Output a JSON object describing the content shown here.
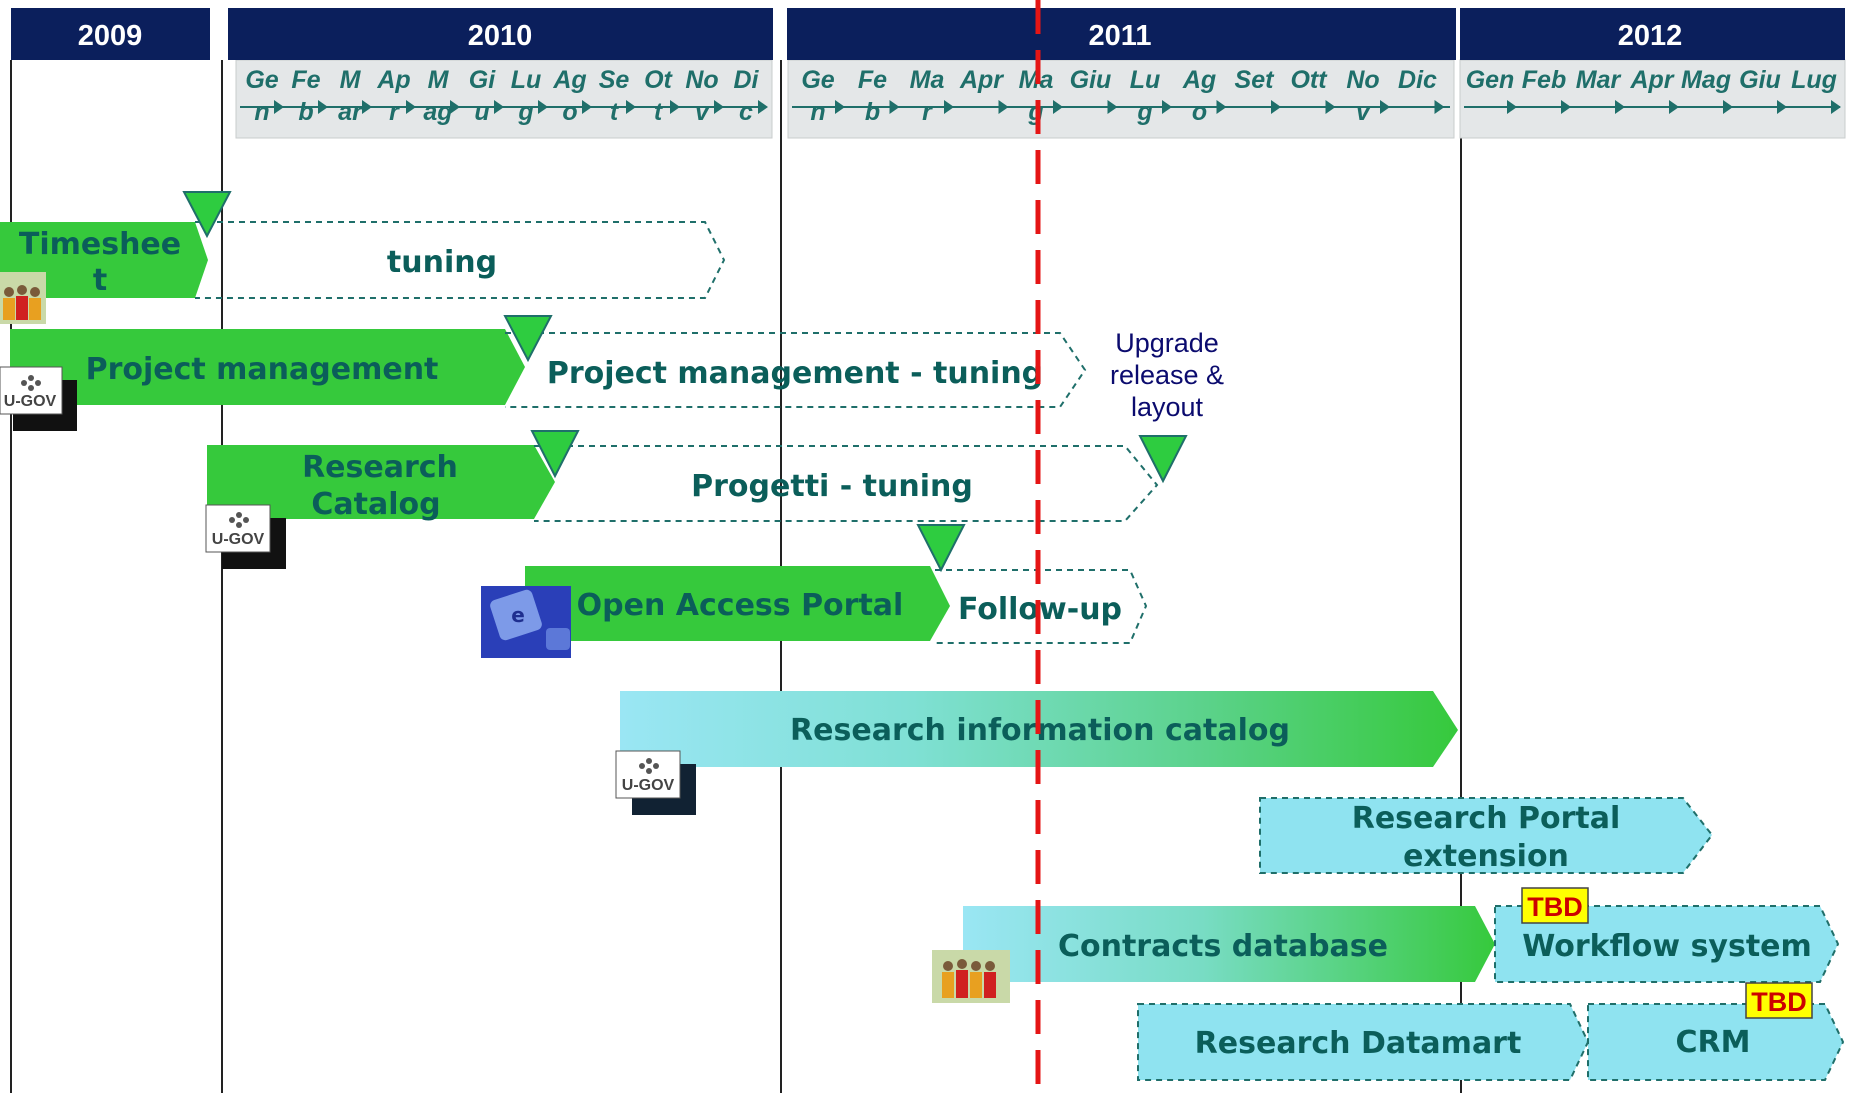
{
  "colors": {
    "year_header_bg": "#0b1f5c",
    "month_band_bg": "#e4e7e8",
    "month_text": "#1f6f6a",
    "green_bar": "#36c93c",
    "cyan_bar": "#8fe3f0",
    "dashed_outline": "#1f6f6a",
    "milestone": "#2ecc40",
    "today_line": "#e51515",
    "tbd_bg": "#ffff00",
    "tbd_text": "#cc0000"
  },
  "years": [
    "2009",
    "2010",
    "2011",
    "2012"
  ],
  "months": {
    "y2010": [
      {
        "top": "Ge",
        "bottom": "n"
      },
      {
        "top": "Fe",
        "bottom": "b"
      },
      {
        "top": "M",
        "bottom": "ar"
      },
      {
        "top": "Ap",
        "bottom": "r"
      },
      {
        "top": "M",
        "bottom": "ag"
      },
      {
        "top": "Gi",
        "bottom": "u"
      },
      {
        "top": "Lu",
        "bottom": "g"
      },
      {
        "top": "Ag",
        "bottom": "o"
      },
      {
        "top": "Se",
        "bottom": "t"
      },
      {
        "top": "Ot",
        "bottom": "t"
      },
      {
        "top": "No",
        "bottom": "v"
      },
      {
        "top": "Di",
        "bottom": "c"
      }
    ],
    "y2011": [
      {
        "top": "Ge",
        "bottom": "n"
      },
      {
        "top": "Fe",
        "bottom": "b"
      },
      {
        "top": "Ma",
        "bottom": "r"
      },
      {
        "top": "Apr",
        "bottom": ""
      },
      {
        "top": "Ma",
        "bottom": "g"
      },
      {
        "top": "Giu",
        "bottom": ""
      },
      {
        "top": "Lu",
        "bottom": "g"
      },
      {
        "top": "Ag",
        "bottom": "o"
      },
      {
        "top": "Set",
        "bottom": ""
      },
      {
        "top": "Ott",
        "bottom": ""
      },
      {
        "top": "No",
        "bottom": "v"
      },
      {
        "top": "Dic",
        "bottom": ""
      }
    ],
    "y2012": [
      "Gen",
      "Feb",
      "Mar",
      "Apr",
      "Mag",
      "Giu",
      "Lug"
    ]
  },
  "tasks": {
    "timesheet": {
      "line1": "Timeshee",
      "line2": "t"
    },
    "timesheet_tuning": "tuning",
    "project_management": "Project management",
    "project_management_tuning": "Project management - tuning",
    "research_catalog": {
      "line1": "Research",
      "line2": "Catalog"
    },
    "progetti_tuning": "Progetti - tuning",
    "open_access_portal": "Open Access Portal",
    "follow_up": "Follow-up",
    "research_information_catalog": "Research information catalog",
    "research_portal_extension": {
      "line1": "Research Portal",
      "line2": "extension"
    },
    "contracts_database": "Contracts database",
    "workflow_system": "Workflow system",
    "research_datamart": "Research Datamart",
    "crm": "CRM"
  },
  "notes": {
    "upgrade": {
      "line1": "Upgrade",
      "line2": "release &",
      "line3": "layout"
    }
  },
  "badges": {
    "tbd": "TBD"
  },
  "logos": {
    "ugov": "U-GOV",
    "icons": [
      "people-icon",
      "ugov-logo",
      "keyboard-e-key-icon"
    ]
  }
}
